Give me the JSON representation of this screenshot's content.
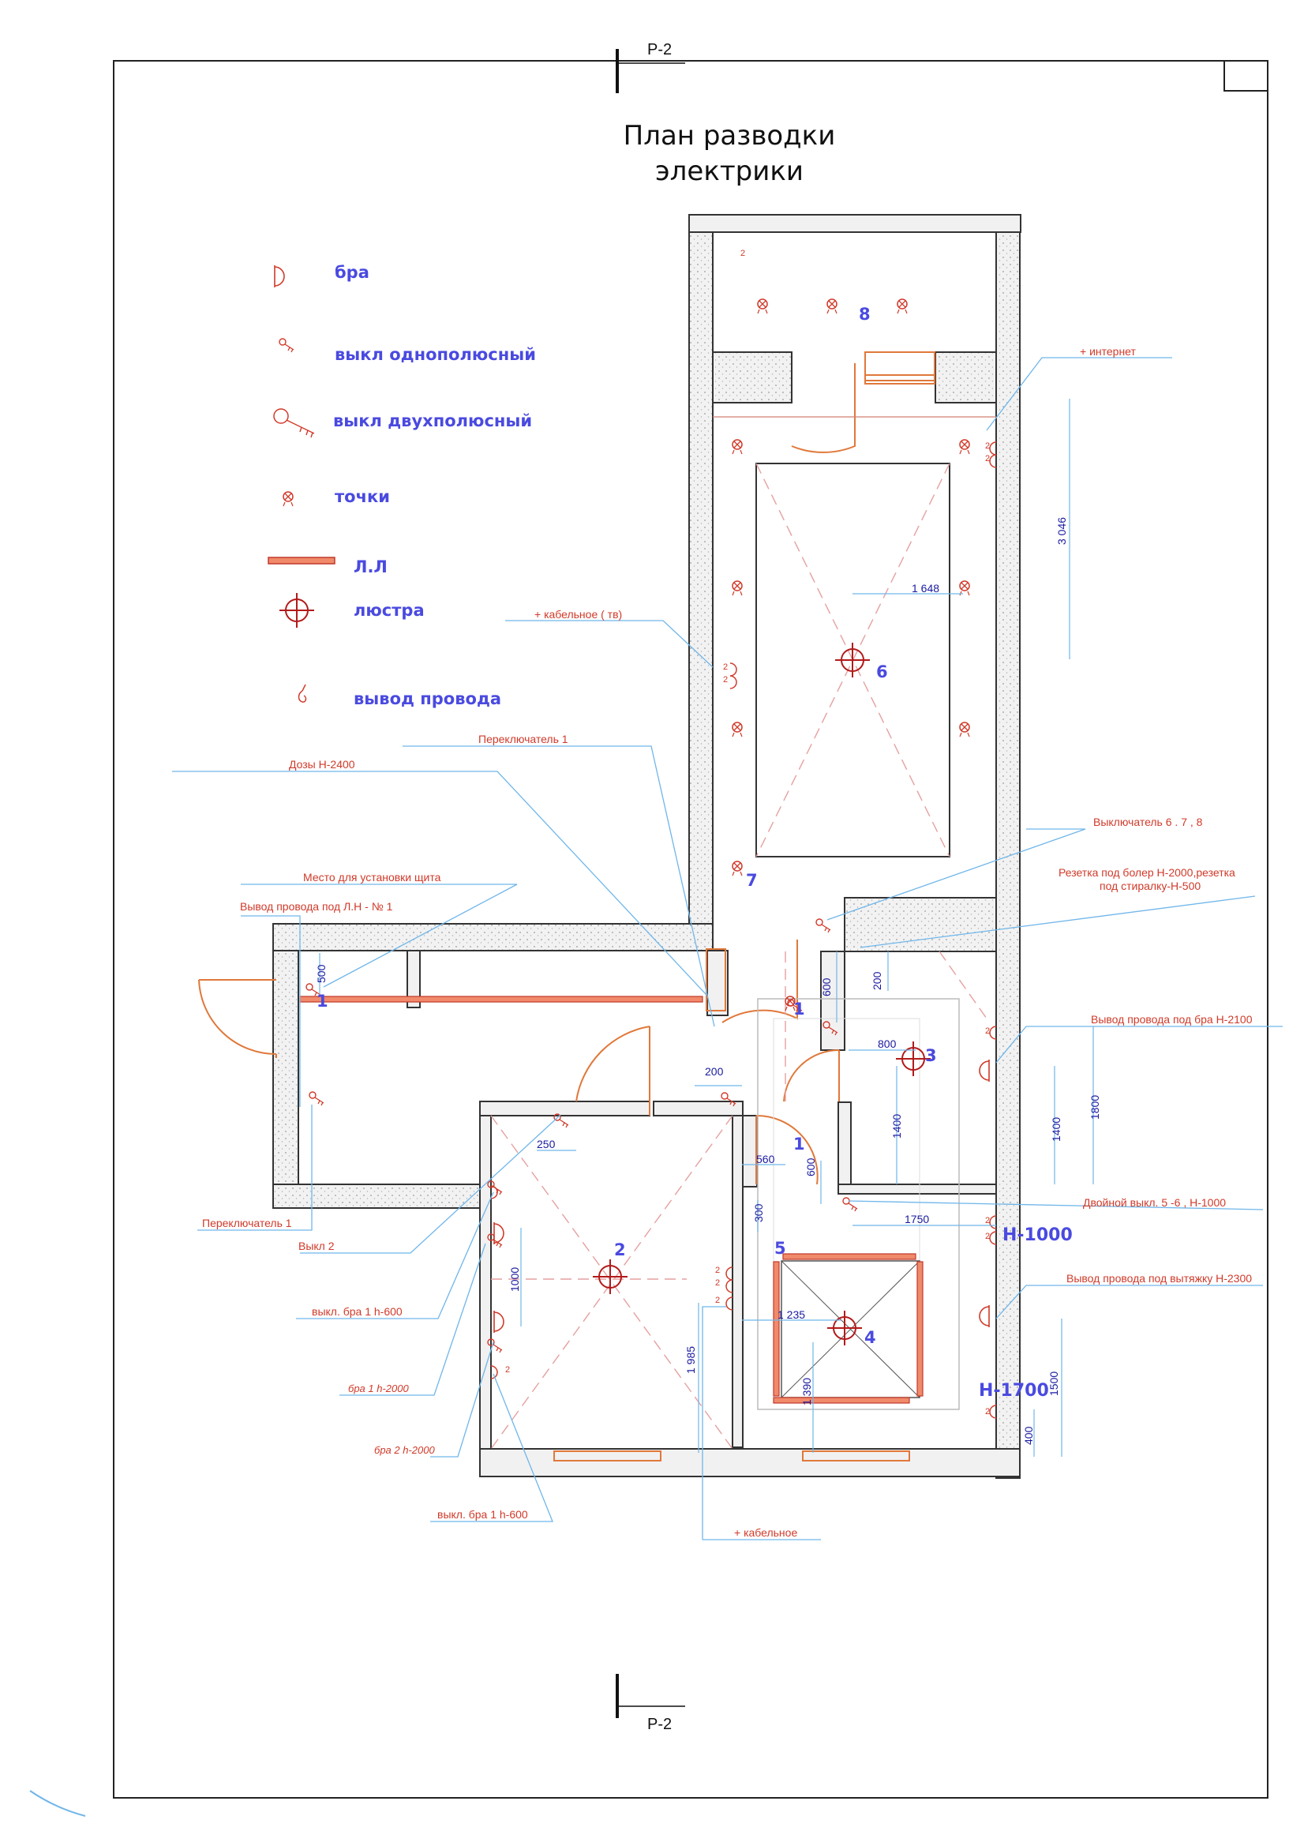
{
  "title": {
    "line1": "План разводки",
    "line2": "электрики"
  },
  "section_mark": "Р-2",
  "legend": [
    {
      "icon": "sconce-icon",
      "label": "бра"
    },
    {
      "icon": "single-pole-switch-icon",
      "label": "выкл однополюсный"
    },
    {
      "icon": "double-pole-switch-icon",
      "label": "выкл двухполюсный"
    },
    {
      "icon": "spot-light-icon",
      "label": "точки"
    },
    {
      "icon": "led-strip-icon",
      "label": "Л.Л"
    },
    {
      "icon": "chandelier-icon",
      "label": "люстра"
    },
    {
      "icon": "wire-outlet-icon",
      "label": "вывод провода"
    }
  ],
  "rooms": [
    "1",
    "1",
    "1",
    "2",
    "3",
    "4",
    "5",
    "6",
    "7",
    "8"
  ],
  "notes": {
    "internet": "+ интернет",
    "cable_tv": "+ кабельное ( тв)",
    "switch1_top": "Переключатель 1",
    "boxes": "Дозы Н-2400",
    "switch_678": "Выключатель  6 . 7 , 8",
    "boiler_line1": "Резетка под болер Н-2000,резетка",
    "boiler_line2": "под стиралку-Н-500",
    "panel_place": "Место для установки щита",
    "wire_led": "Вывод провода под Л.Н - № 1",
    "wire_sconce": "Вывод провода под бра Н-2100",
    "double_switch": "Двойной выкл. 5 -6 , Н-1000",
    "wire_hood": "Вывод провода под вытяжку Н-2300",
    "switch1_bottom": "Переключатель 1",
    "switch2": "Выкл 2",
    "sconce_sw_1": "выкл. бра 1 h-600",
    "sconce_1": "бра 1 h-2000",
    "sconce_2": "бра 2 h-2000",
    "sconce_sw_2": "выкл. бра 1 h-600",
    "cable": "+ кабельное"
  },
  "heights": {
    "h1000": "Н-1000",
    "h1700": "Н-1700"
  },
  "dimensions": {
    "d3046": "3 046",
    "d1648": "1 648",
    "d500": "500",
    "d600a": "600",
    "d200a": "200",
    "d800": "800",
    "d1400a": "1400",
    "d1400b": "1400",
    "d1800": "1800",
    "d200b": "200",
    "d250": "250",
    "d560": "560",
    "d600b": "600",
    "d300": "300",
    "d1750": "1750",
    "d1000": "1000",
    "d1235": "1 235",
    "d1985": "1 985",
    "d1390": "1 390",
    "d1500": "1500",
    "d400": "400"
  },
  "colors": {
    "annotation": "#d03a2a",
    "dimension": "#1a1aa0",
    "leader": "#6fb6ea",
    "label": "#4a4ae0",
    "fixture": "#e0783a"
  }
}
